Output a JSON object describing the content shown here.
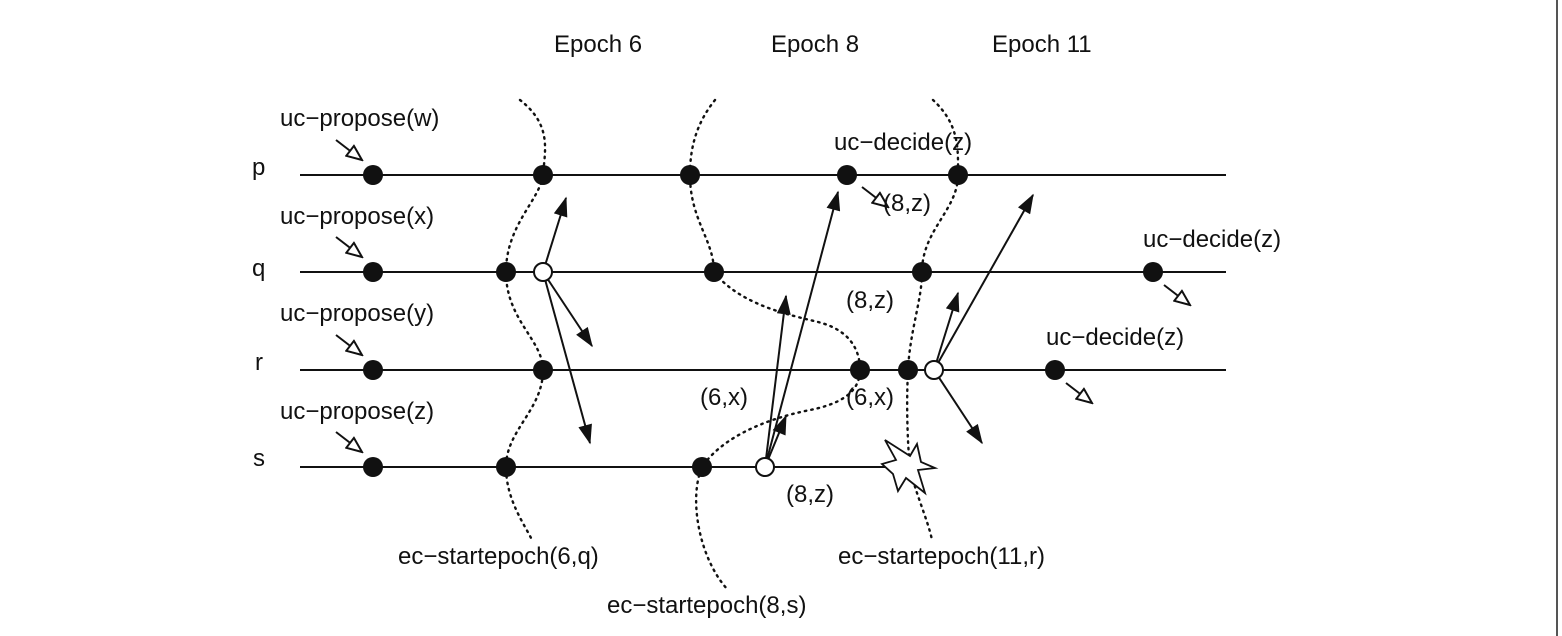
{
  "epochs": {
    "e6": "Epoch 6",
    "e8": "Epoch 8",
    "e11": "Epoch 11"
  },
  "processes": {
    "p": "p",
    "q": "q",
    "r": "r",
    "s": "s"
  },
  "events": {
    "propose_w": "uc−propose(w)",
    "propose_x": "uc−propose(x)",
    "propose_y": "uc−propose(y)",
    "propose_z": "uc−propose(z)",
    "decide_p": "uc−decide(z)",
    "decide_q": "uc−decide(z)",
    "decide_r": "uc−decide(z)",
    "start_6": "ec−startepoch(6,q)",
    "start_8": "ec−startepoch(8,s)",
    "start_11": "ec−startepoch(11,r)"
  },
  "messages": {
    "m_8z_p": "(8,z)",
    "m_8z_q": "(8,z)",
    "m_6x_r1": "(6,x)",
    "m_6x_r2": "(6,x)",
    "m_8z_s": "(8,z)"
  }
}
